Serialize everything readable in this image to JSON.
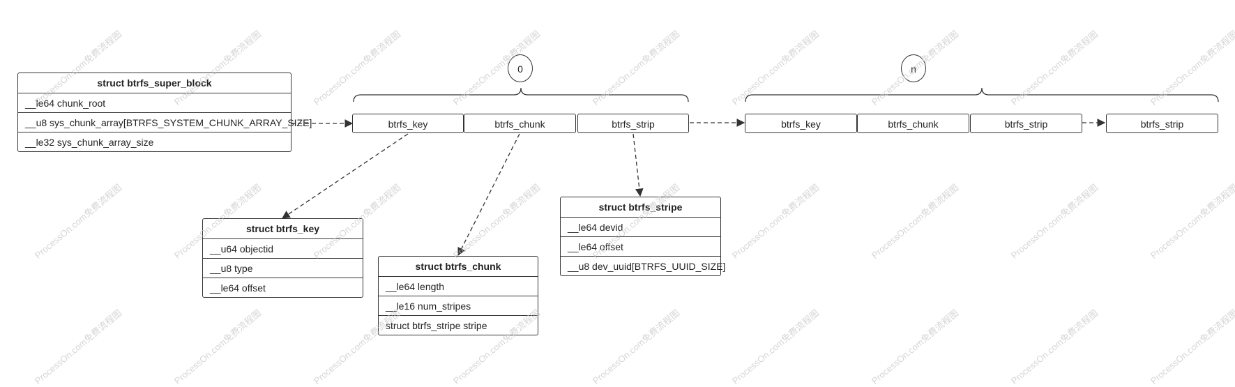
{
  "watermark": "ProcessOn.com免费流程图",
  "super_block": {
    "title": "struct btrfs_super_block",
    "fields": [
      "__le64 chunk_root",
      "__u8 sys_chunk_array[BTRFS_SYSTEM_CHUNK_ARRAY_SIZE]",
      "__le32 sys_chunk_array_size"
    ]
  },
  "group0": {
    "index": "0",
    "cells": [
      "btrfs_key",
      "btrfs_chunk",
      "btrfs_strip"
    ]
  },
  "groupN": {
    "index": "n",
    "cells": [
      "btrfs_key",
      "btrfs_chunk",
      "btrfs_strip",
      "btrfs_strip"
    ]
  },
  "key_struct": {
    "title": "struct btrfs_key",
    "fields": [
      "__u64 objectid",
      "__u8 type",
      "__le64 offset"
    ]
  },
  "chunk_struct": {
    "title": "struct btrfs_chunk",
    "fields": [
      "__le64 length",
      "__le16 num_stripes",
      "struct btrfs_stripe stripe"
    ]
  },
  "stripe_struct": {
    "title": "struct btrfs_stripe",
    "fields": [
      "__le64 devid",
      "__le64 offset",
      "__u8 dev_uuid[BTRFS_UUID_SIZE]"
    ]
  }
}
